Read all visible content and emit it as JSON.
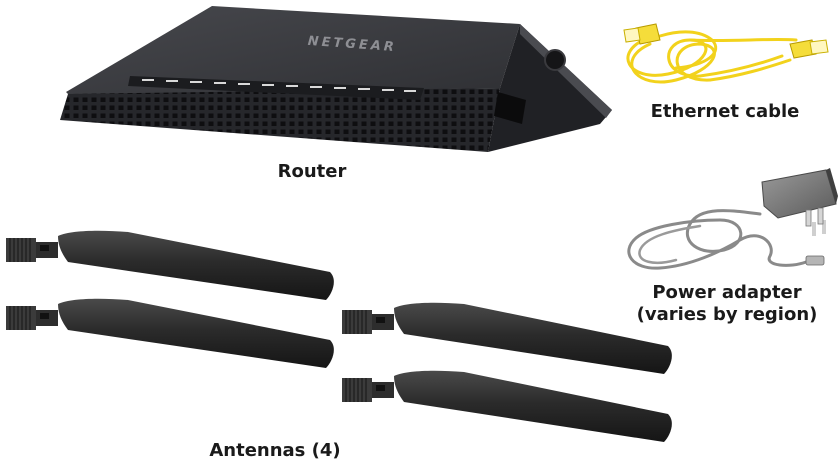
{
  "router": {
    "brand": "NETGEAR",
    "label": "Router"
  },
  "ethernet_cable": {
    "label": "Ethernet cable"
  },
  "power_adapter": {
    "label_line1": "Power adapter",
    "label_line2": "(varies by region)"
  },
  "antennas": {
    "label": "Antennas (4)"
  },
  "colors": {
    "router_body": "#2c2d31",
    "router_top": "#3a3b40",
    "cable_yellow": "#f2d21c",
    "cord_gray": "#8a8a8a",
    "antenna_black": "#2b2b2b"
  }
}
